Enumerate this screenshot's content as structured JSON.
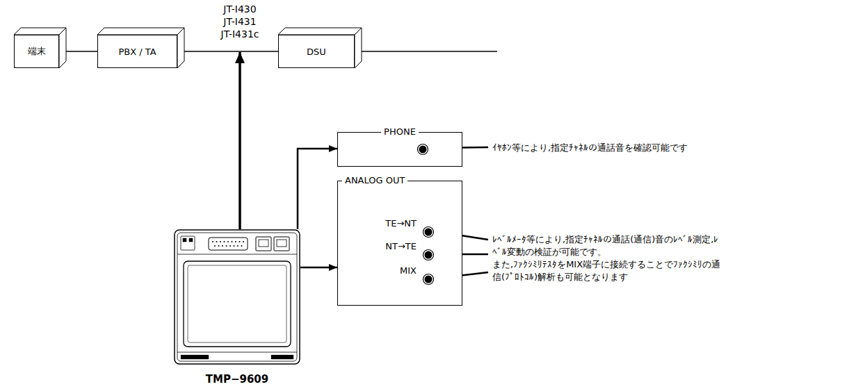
{
  "diagram": {
    "nodes": [
      {
        "text": [
          "端末"
        ]
      },
      {
        "text": [
          "PBX / TA"
        ]
      },
      {
        "text": [
          "DSU"
        ]
      },
      {
        "text": [
          "TMP−9609"
        ]
      },
      {
        "text": [
          "PHONE"
        ]
      },
      {
        "text": [
          "ANALOG OUT",
          "TE→NT",
          "NT→TE",
          "MIX"
        ]
      }
    ],
    "edges": [
      {
        "from": 0,
        "to": 1,
        "arrow": "none"
      },
      {
        "from": 1,
        "to": 2,
        "arrow": "none"
      },
      {
        "from": 3,
        "to": 4,
        "arrow": "to"
      },
      {
        "from": 3,
        "to": 5,
        "arrow": "to"
      }
    ],
    "labels": [
      "JT-I430",
      "JT-I431",
      "JT-I431c",
      "ｲﾔﾎﾝ等により,指定ﾁｬﾈﾙの通話音を確認可能です",
      "ﾚﾍﾞﾙﾒｰﾀ等により,指定ﾁｬﾈﾙの通話(通信)音のﾚﾍﾞﾙ測定,ﾚﾍﾞﾙ変動の検証が可能です。",
      "また,ﾌｧｸｼﾐﾘﾃｽﾀをMIX端子に接続することでﾌｧｸｼﾐﾘの通信(ﾌﾟﾛﾄｺﾙ)解析も可能となります"
    ]
  }
}
